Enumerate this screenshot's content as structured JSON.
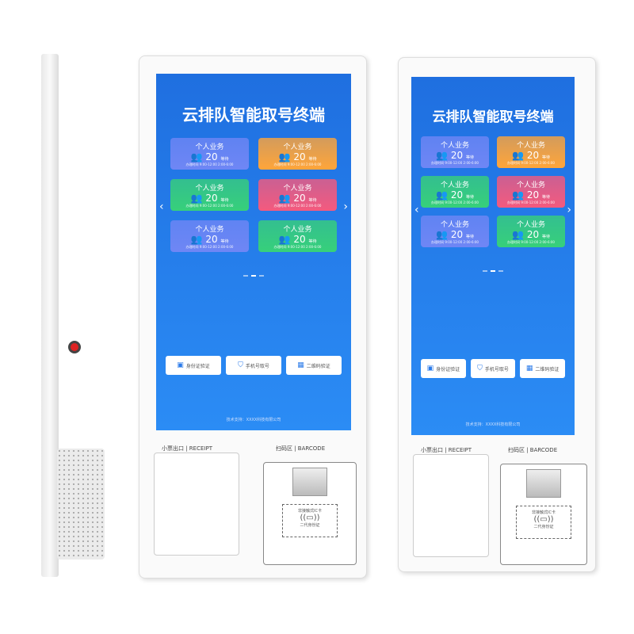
{
  "screen": {
    "title": "云排队智能取号终端",
    "cards": [
      {
        "name": "个人业务",
        "count": "20",
        "unit": "等待",
        "hours_label": "办理时间",
        "am": "9:00-12:00",
        "pm": "2:00-6:00",
        "color": "#6f86f5"
      },
      {
        "name": "个人业务",
        "count": "20",
        "unit": "等待",
        "hours_label": "办理时间",
        "am": "9:00-12:00",
        "pm": "2:00-6:00",
        "color": "#ffa53a"
      },
      {
        "name": "个人业务",
        "count": "20",
        "unit": "等待",
        "hours_label": "办理时间",
        "am": "9:00-12:00",
        "pm": "2:00-6:00",
        "color": "#37d07a"
      },
      {
        "name": "个人业务",
        "count": "20",
        "unit": "等待",
        "hours_label": "办理时间",
        "am": "9:00-12:00",
        "pm": "2:00-6:00",
        "color": "#f45a7e"
      },
      {
        "name": "个人业务",
        "count": "20",
        "unit": "等待",
        "hours_label": "办理时间",
        "am": "9:00-12:00",
        "pm": "2:00-6:00",
        "color": "#6f86f5"
      },
      {
        "name": "个人业务",
        "count": "20",
        "unit": "等待",
        "hours_label": "办理时间",
        "am": "9:00-12:00",
        "pm": "2:00-6:00",
        "color": "#37d07a"
      }
    ],
    "buttons": [
      "身份证验证",
      "手机号取号",
      "二维码验证"
    ],
    "footer": "技术支持：XXXX科技有限公司"
  },
  "hardware": {
    "receipt_label": "小票出口 | RECEIPT",
    "barcode_label": "扫码区 | BARCODE",
    "nfc_label": "非接触式IC卡",
    "id_label": "二代身份证"
  }
}
